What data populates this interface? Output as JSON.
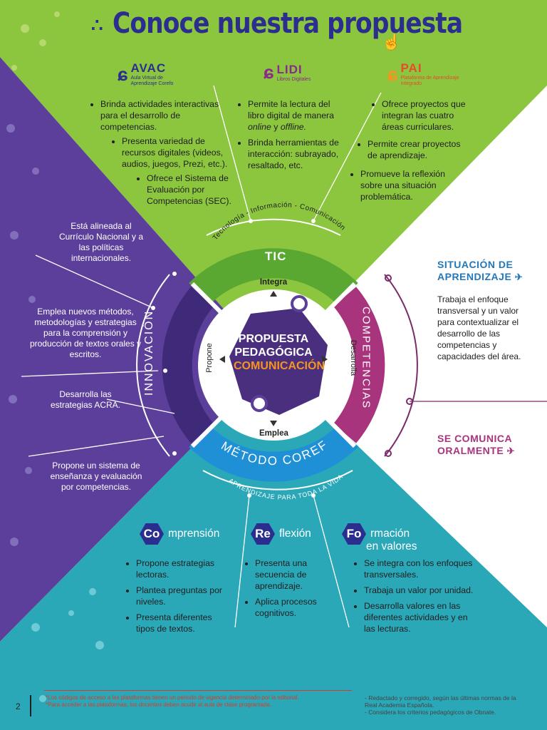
{
  "title": "Conoce nuestra propuesta",
  "top": {
    "brands": [
      {
        "name": "AVAC",
        "sub": "Aula Virtual de Aprendizaje Corefo",
        "color": "#2b2e8e"
      },
      {
        "name": "LIDI",
        "sub": "Libros Digitales",
        "color": "#8a2a8c"
      },
      {
        "name": "PAI",
        "sub": "Plataforma de Aprendizaje Integrado",
        "color": "#e94b2a"
      }
    ],
    "avac_items": [
      "Brinda actividades interactivas para el desarrollo de competencias.",
      "Presenta variedad de recursos digitales (videos, audios, juegos, Prezi, etc.).",
      "Ofrece el Sistema de Evaluación por Competencias (SEC)."
    ],
    "lidi_items": {
      "item1_pre": "Permite la lectura del libro digital de manera",
      "item1_online": "online",
      "item1_and": "y",
      "item1_offline": "offline.",
      "item2": "Brinda herramientas de interacción: subrayado, resaltado, etc."
    },
    "pai_items": [
      "Ofrece proyectos que integran las cuatro áreas curriculares.",
      "Permite crear proyectos de aprendizaje.",
      "Promueve la reflexión sobre una situación problemática."
    ],
    "arc_label": "Tecnología - Información - Comunicación",
    "tic_label": "TIC"
  },
  "left": {
    "items": [
      "Está alineada al Currículo Nacional y a las políticas internacionales.",
      "Emplea nuevos métodos, metodologías y estrategias para la comprensión y producción de textos orales y escritos.",
      "Desarrolla las estrategias ACRA.",
      "Propone un sistema de enseñanza y evaluación por competencias."
    ],
    "band_label": "INNOVACIÓN"
  },
  "right": {
    "band_label": "COMPETENCIAS",
    "situacion_title": "SITUACIÓN DE APRENDIZAJE",
    "situacion_text": "Trabaja el enfoque transversal y un valor para contextualizar el desarrollo de las competencias y capacidades del área.",
    "comunica_title": "SE COMUNICA ORALMENTE"
  },
  "center": {
    "line1": "PROPUESTA",
    "line2": "PEDAGÓGICA",
    "line3": "COMUNICACIÓN",
    "integra": "Integra",
    "propone": "Propone",
    "desarrolla": "Desarrolla",
    "emplea": "Emplea"
  },
  "bottom": {
    "band_label": "MÉTODO COREFO",
    "arc_label": "Aprendizaje para toda la vida",
    "comprension": {
      "hex": "Co",
      "rest": "mprensión",
      "items": [
        "Propone estrategias lectoras.",
        "Plantea preguntas por niveles.",
        "Presenta diferentes tipos de textos."
      ]
    },
    "reflexion": {
      "hex": "Re",
      "rest": "flexión",
      "items": [
        "Presenta una secuencia de aprendizaje.",
        "Aplica procesos cognitivos."
      ]
    },
    "formacion": {
      "hex": "Fo",
      "rest": "rmación",
      "rest2": "en valores",
      "items": [
        "Se integra con los enfoques transversales.",
        "Trabaja un valor por unidad.",
        "Desarrolla valores en las diferentes actividades y en las lecturas."
      ]
    }
  },
  "footer": {
    "page": "2",
    "red_lines": [
      "*Los códigos de acceso a las plataformas tienen un periodo de vigencia determinado por la editorial.",
      "*Para acceder a las plataformas, los docentes deben acudir al aula de clase programada."
    ],
    "right_lines": [
      "- Redactado y corregido, según las últimas normas de la Real Academia Española.",
      "- Considera los criterios pedagógicos de Obnate."
    ]
  },
  "colors": {
    "green": "#8cc63f",
    "purple": "#5c3f9a",
    "teal": "#2aa8b8",
    "magenta": "#a9347e",
    "navy": "#2b2e8e",
    "blue": "#2477b8",
    "orange": "#f7941d"
  }
}
